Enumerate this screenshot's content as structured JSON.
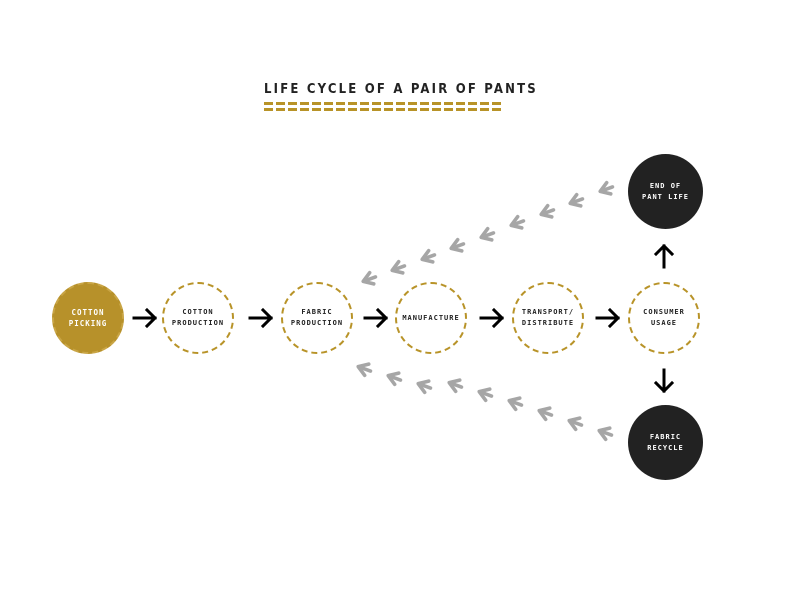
{
  "title": "LIFE CYCLE OF A PAIR OF PANTS",
  "colors": {
    "accent_gold": "#b7912a",
    "dark": "#222222",
    "return_arrow_gray": "#a6a6a6",
    "flow_arrow": "#000000"
  },
  "nodes": {
    "cotton_picking": "COTTON\nPICKING",
    "cotton_production": "COTTON\nPRODUCTION",
    "fabric_production": "FABRIC\nPRODUCTION",
    "manufacture": "MANUFACTURE",
    "transport_distribute": "TRANSPORT/\nDISTRIBUTE",
    "consumer_usage": "CONSUMER\nUSAGE",
    "end_of_pant_life": "END OF\nPANT LIFE",
    "fabric_recycle": "FABRIC\nRECYCLE"
  },
  "icons": {
    "flow_arrow": "arrow-right-icon",
    "branch_up": "arrow-up-icon",
    "branch_down": "arrow-down-icon",
    "return_path": "chevron-left-icon"
  }
}
